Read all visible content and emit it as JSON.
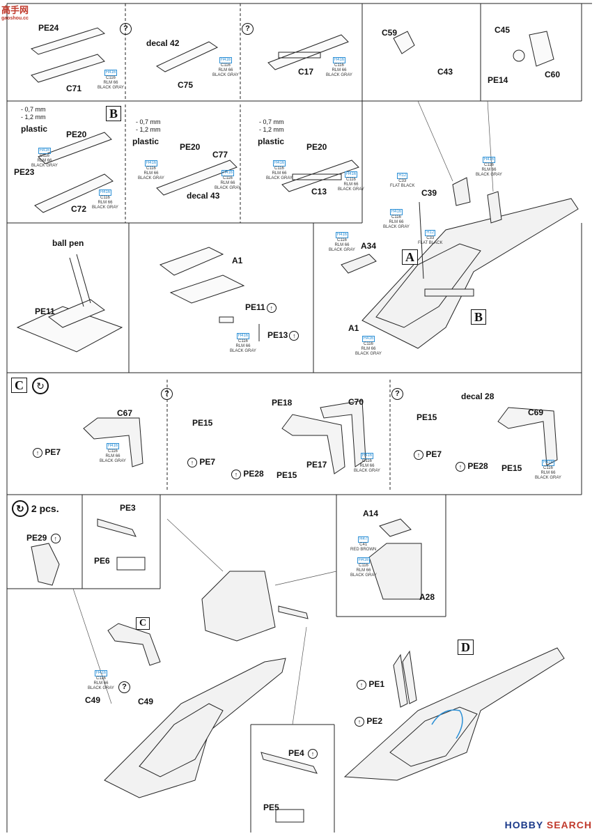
{
  "logo": {
    "site": "高手网",
    "domain": "gaoshou.cc"
  },
  "watermark": {
    "brand": "HOBBY",
    "suffix": "SEARCH"
  },
  "paints": {
    "h416_c116": [
      "H416",
      "C116",
      "RLM 66",
      "BLACK GRAY"
    ],
    "h12_c33": [
      "H12",
      "C33",
      "FLAT BLACK"
    ],
    "h47_c41": [
      "H47",
      "C41",
      "RED BROWN"
    ]
  },
  "thickness": {
    "a": "- 0,7 mm",
    "b": "- 1,2 mm"
  },
  "common": {
    "q": "?",
    "plastic": "plastic"
  },
  "row1": {
    "p1": {
      "pe": "PE24",
      "part": "C71"
    },
    "p2": {
      "decal": "decal 42",
      "part": "C75"
    },
    "p3": {
      "part": "C17"
    },
    "p4": {
      "a": "C59",
      "b": "C43"
    },
    "p5": {
      "a": "C45",
      "b": "PE14",
      "c": "C60"
    }
  },
  "stepB": {
    "letter": "B",
    "p1": {
      "pe": "PE20",
      "pe2": "PE23",
      "part": "C72"
    },
    "p2": {
      "pe": "PE20",
      "part": "C77",
      "decal": "decal 43"
    },
    "p3": {
      "pe": "PE20",
      "part": "C13"
    }
  },
  "row3": {
    "ballpen": "ball pen",
    "pe11": "PE11",
    "a1": "A1",
    "pe11b": "PE11",
    "pe13": "PE13",
    "bend": "↑"
  },
  "main1": {
    "a34": "A34",
    "c39": "C39",
    "a1": "A1",
    "letterA": "A",
    "letterB": "B"
  },
  "stepC": {
    "letter": "C",
    "p1": {
      "part": "C67",
      "pe": "PE7"
    },
    "p2": {
      "pe18": "PE18",
      "c70": "C70",
      "pe15": "PE15",
      "pe7": "PE7",
      "pe28": "PE28",
      "pe15b": "PE15",
      "pe17": "PE17"
    },
    "p3": {
      "decal": "decal 28",
      "c69": "C69",
      "pe15": "PE15",
      "pe7": "PE7",
      "pe28": "PE28",
      "pe15b": "PE15"
    }
  },
  "lower": {
    "pcs": "2 pcs.",
    "pe29": "PE29",
    "pe3": "PE3",
    "pe6": "PE6",
    "a14": "A14",
    "a28": "A28",
    "letterC": "C",
    "c49a": "C49",
    "c49b": "C49",
    "pe4": "PE4",
    "pe5": "PE5",
    "letterD": "D",
    "pe1": "PE1",
    "pe2": "PE2"
  }
}
